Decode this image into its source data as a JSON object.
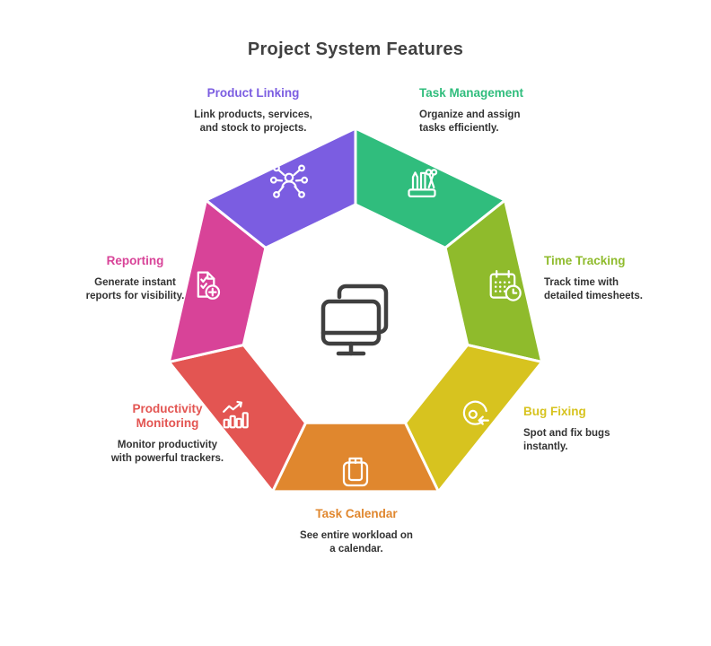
{
  "title": "Project System Features",
  "center_icon": "device-screens-icon",
  "title_color": "#414141",
  "text_color": "#333333",
  "segments": [
    {
      "label": "Task Management",
      "desc": "Organize and assign\ntasks efficiently.",
      "color": "#30bd7d",
      "icon": "organizer-icon"
    },
    {
      "label": "Time Tracking",
      "desc": "Track time with\ndetailed timesheets.",
      "color": "#8fbb2c",
      "icon": "calendar-clock-icon"
    },
    {
      "label": "Bug Fixing",
      "desc": "Spot and fix bugs\ninstantly.",
      "color": "#d7c31f",
      "icon": "rotate-arrow-icon"
    },
    {
      "label": "Task Calendar",
      "desc": "See entire workload on\na calendar.",
      "color": "#e0872e",
      "icon": "notepad-icon"
    },
    {
      "label": "Productivity\nMonitoring",
      "desc": "Monitor productivity\nwith powerful trackers.",
      "color": "#e35552",
      "icon": "growth-chart-icon"
    },
    {
      "label": "Reporting",
      "desc": "Generate instant\nreports for visibility.",
      "color": "#d84398",
      "icon": "report-plus-icon"
    },
    {
      "label": "Product Linking",
      "desc": "Link products, services,\nand stock to projects.",
      "color": "#7b5de1",
      "icon": "network-icon"
    }
  ]
}
